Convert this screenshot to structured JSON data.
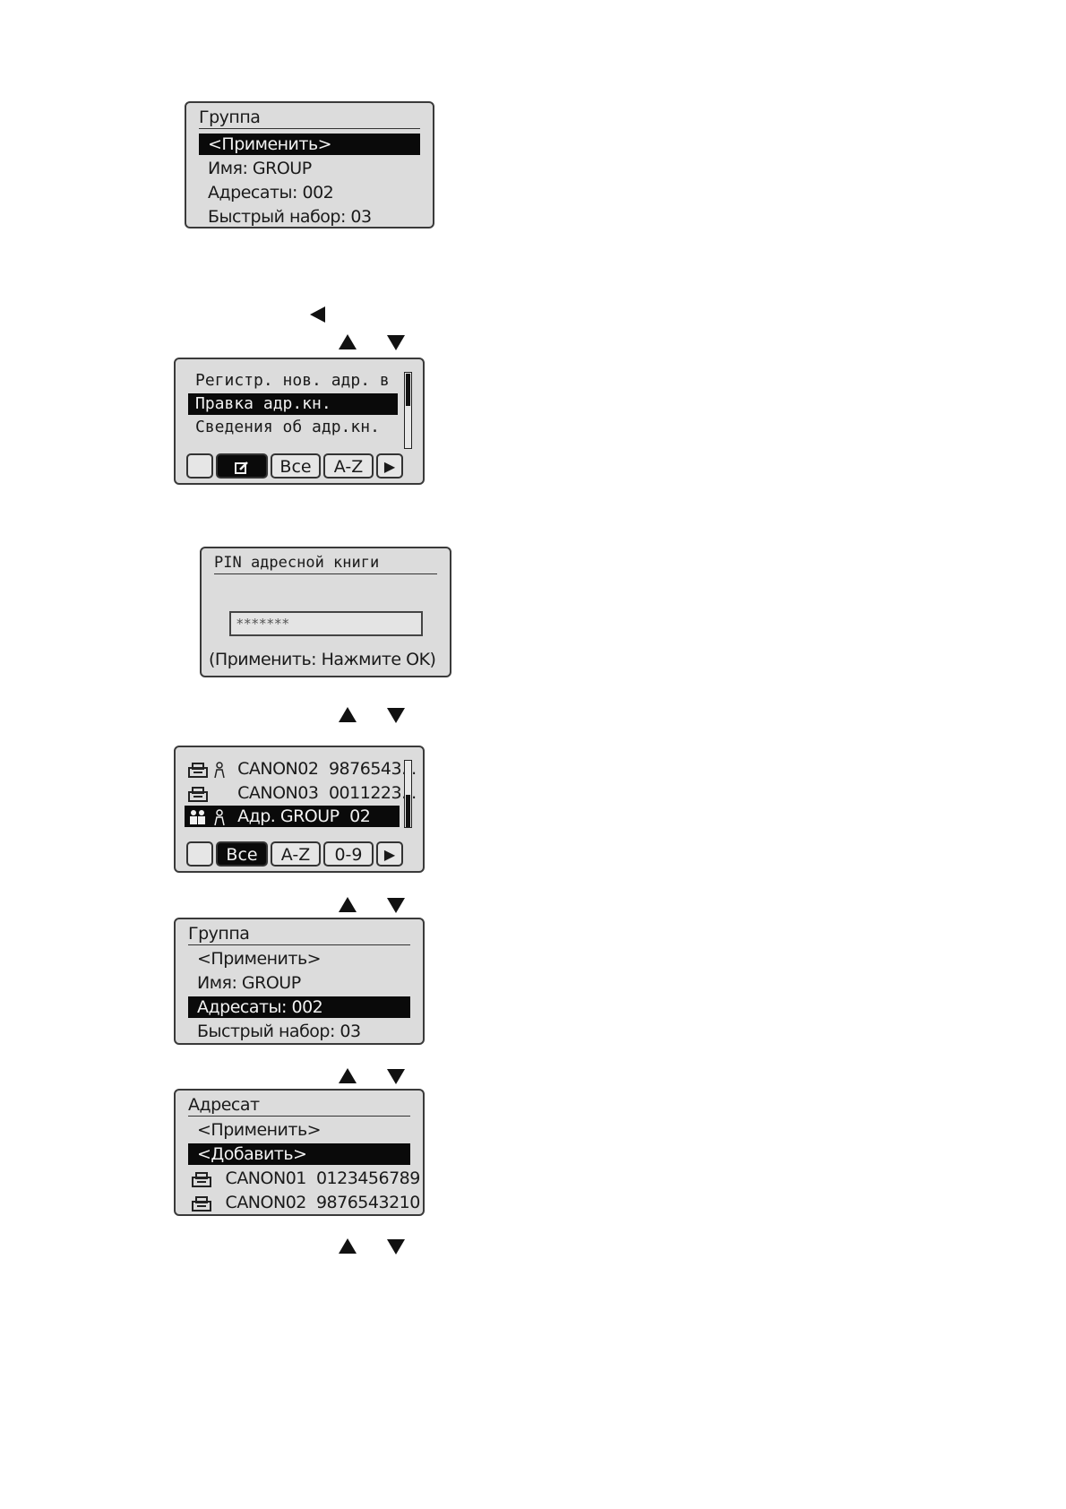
{
  "panel1": {
    "title": "Группа",
    "rows": [
      "<Применить>",
      "Имя: GROUP",
      "Адресаты: 002",
      "Быстрый набор: 03"
    ],
    "selected_index": 0
  },
  "nav1": {
    "left_arrow": "◀",
    "up_arrow": "▲",
    "down_arrow": "▼"
  },
  "panel2": {
    "rows": [
      "Регистр. нов. адр. в",
      "Правка адр.кн.",
      "Сведения об адр.кн."
    ],
    "selected_index": 1,
    "buttons": [
      "",
      "edit-icon",
      "Все",
      "A-Z",
      "▶"
    ],
    "selected_button": 1
  },
  "panel3": {
    "title": "PIN адресной книги",
    "pin_value": "*******",
    "hint": "(Применить: Нажмите OK)"
  },
  "nav3": {
    "up_arrow": "▲",
    "down_arrow": "▼"
  },
  "panel4": {
    "rows": [
      {
        "icons": [
          "fax-icon",
          "person-icon"
        ],
        "name": "CANON02",
        "number": "9876543..."
      },
      {
        "icons": [
          "fax-icon"
        ],
        "name": "CANON03",
        "number": "0011223..."
      },
      {
        "icons": [
          "group-icon",
          "person-icon"
        ],
        "name": "Адр. GROUP",
        "number": "02"
      }
    ],
    "selected_index": 2,
    "buttons": [
      "",
      "Все",
      "A-Z",
      "0-9",
      "▶"
    ],
    "selected_button": 1
  },
  "nav4": {
    "up_arrow": "▲",
    "down_arrow": "▼"
  },
  "panel5": {
    "title": "Группа",
    "rows": [
      "<Применить>",
      "Имя: GROUP",
      "Адресаты: 002",
      "Быстрый набор: 03"
    ],
    "selected_index": 2
  },
  "nav5": {
    "up_arrow": "▲",
    "down_arrow": "▼"
  },
  "panel6": {
    "title": "Адресат",
    "rows": [
      {
        "icon": null,
        "text": "<Применить>"
      },
      {
        "icon": null,
        "text": "<Добавить>"
      },
      {
        "icon": "fax-icon",
        "text": "CANON01  0123456789"
      },
      {
        "icon": "fax-icon",
        "text": "CANON02  9876543210"
      }
    ],
    "selected_index": 1
  },
  "nav6": {
    "up_arrow": "▲",
    "down_arrow": "▼"
  },
  "colors": {
    "lcd_bg": "#dcdcdc",
    "highlight": "#0a0a0a",
    "border": "#3a3a3a"
  }
}
